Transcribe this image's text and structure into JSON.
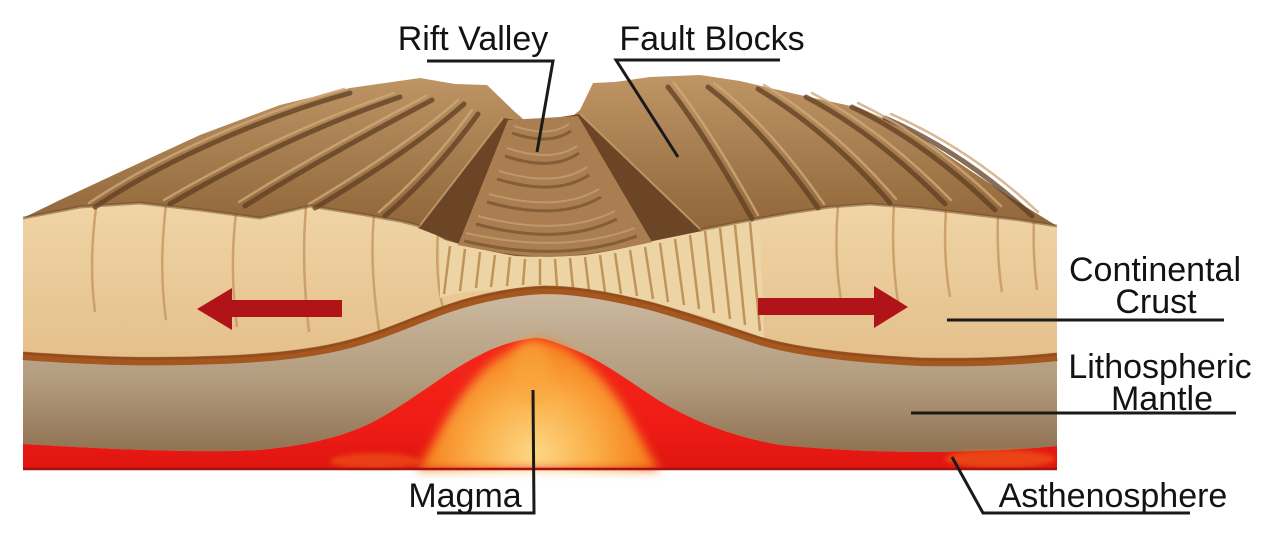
{
  "diagram": {
    "labels": {
      "rift_valley": "Rift Valley",
      "fault_blocks": "Fault Blocks",
      "continental_crust": {
        "line1": "Continental",
        "line2": "Crust"
      },
      "lithospheric_mantle": {
        "line1": "Lithospheric",
        "line2": "Mantle"
      },
      "magma": "Magma",
      "asthenosphere": "Asthenosphere"
    },
    "arrows": {
      "left": {
        "direction": "left"
      },
      "right": {
        "direction": "right"
      }
    },
    "colors": {
      "background": "#ffffff",
      "label_text": "#131313",
      "leader_line": "#1a1a1a",
      "continental_crust": "#e8c48d",
      "crust_crack": "#c79a63",
      "terrain_surface": "#a87c50",
      "terrain_shadow": "#5f3d22",
      "terrain_highlight": "#cfa878",
      "crust_mantle_boundary": "#a4571f",
      "lithospheric_mantle": "#bda88c",
      "mantle_deep": "#8f7050",
      "asthenosphere_red": "#ee1b15",
      "magma_orange": "#f5891f",
      "magma_core": "#fdd887",
      "arrow_red": "#b11418"
    }
  }
}
